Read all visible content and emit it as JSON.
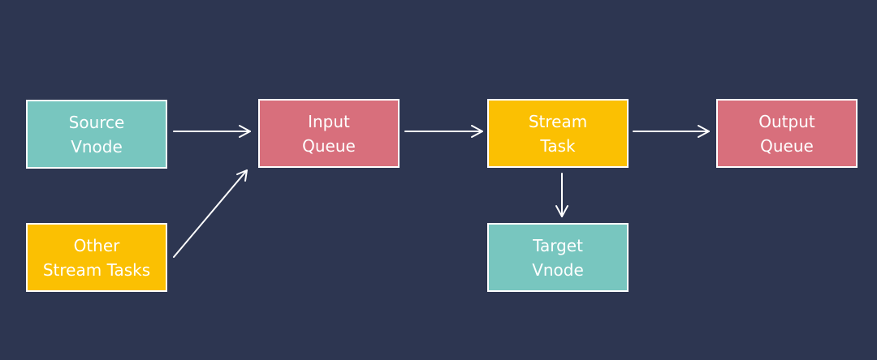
{
  "colors": {
    "background": "#2d3651",
    "teal": "#78c6bf",
    "pink": "#d86f7c",
    "yellow": "#fbc002",
    "border": "#ffffff",
    "arrow": "#ffffff"
  },
  "nodes": {
    "source_vnode": {
      "line1": "Source",
      "line2": "Vnode"
    },
    "other_stream_tasks": {
      "line1": "Other",
      "line2": "Stream Tasks"
    },
    "input_queue": {
      "line1": "Input",
      "line2": "Queue"
    },
    "stream_task": {
      "line1": "Stream",
      "line2": "Task"
    },
    "output_queue": {
      "line1": "Output",
      "line2": "Queue"
    },
    "target_vnode": {
      "line1": "Target",
      "line2": "Vnode"
    }
  },
  "edges": [
    {
      "from": "source_vnode",
      "to": "input_queue"
    },
    {
      "from": "other_stream_tasks",
      "to": "input_queue"
    },
    {
      "from": "input_queue",
      "to": "stream_task"
    },
    {
      "from": "stream_task",
      "to": "output_queue"
    },
    {
      "from": "stream_task",
      "to": "target_vnode"
    }
  ]
}
